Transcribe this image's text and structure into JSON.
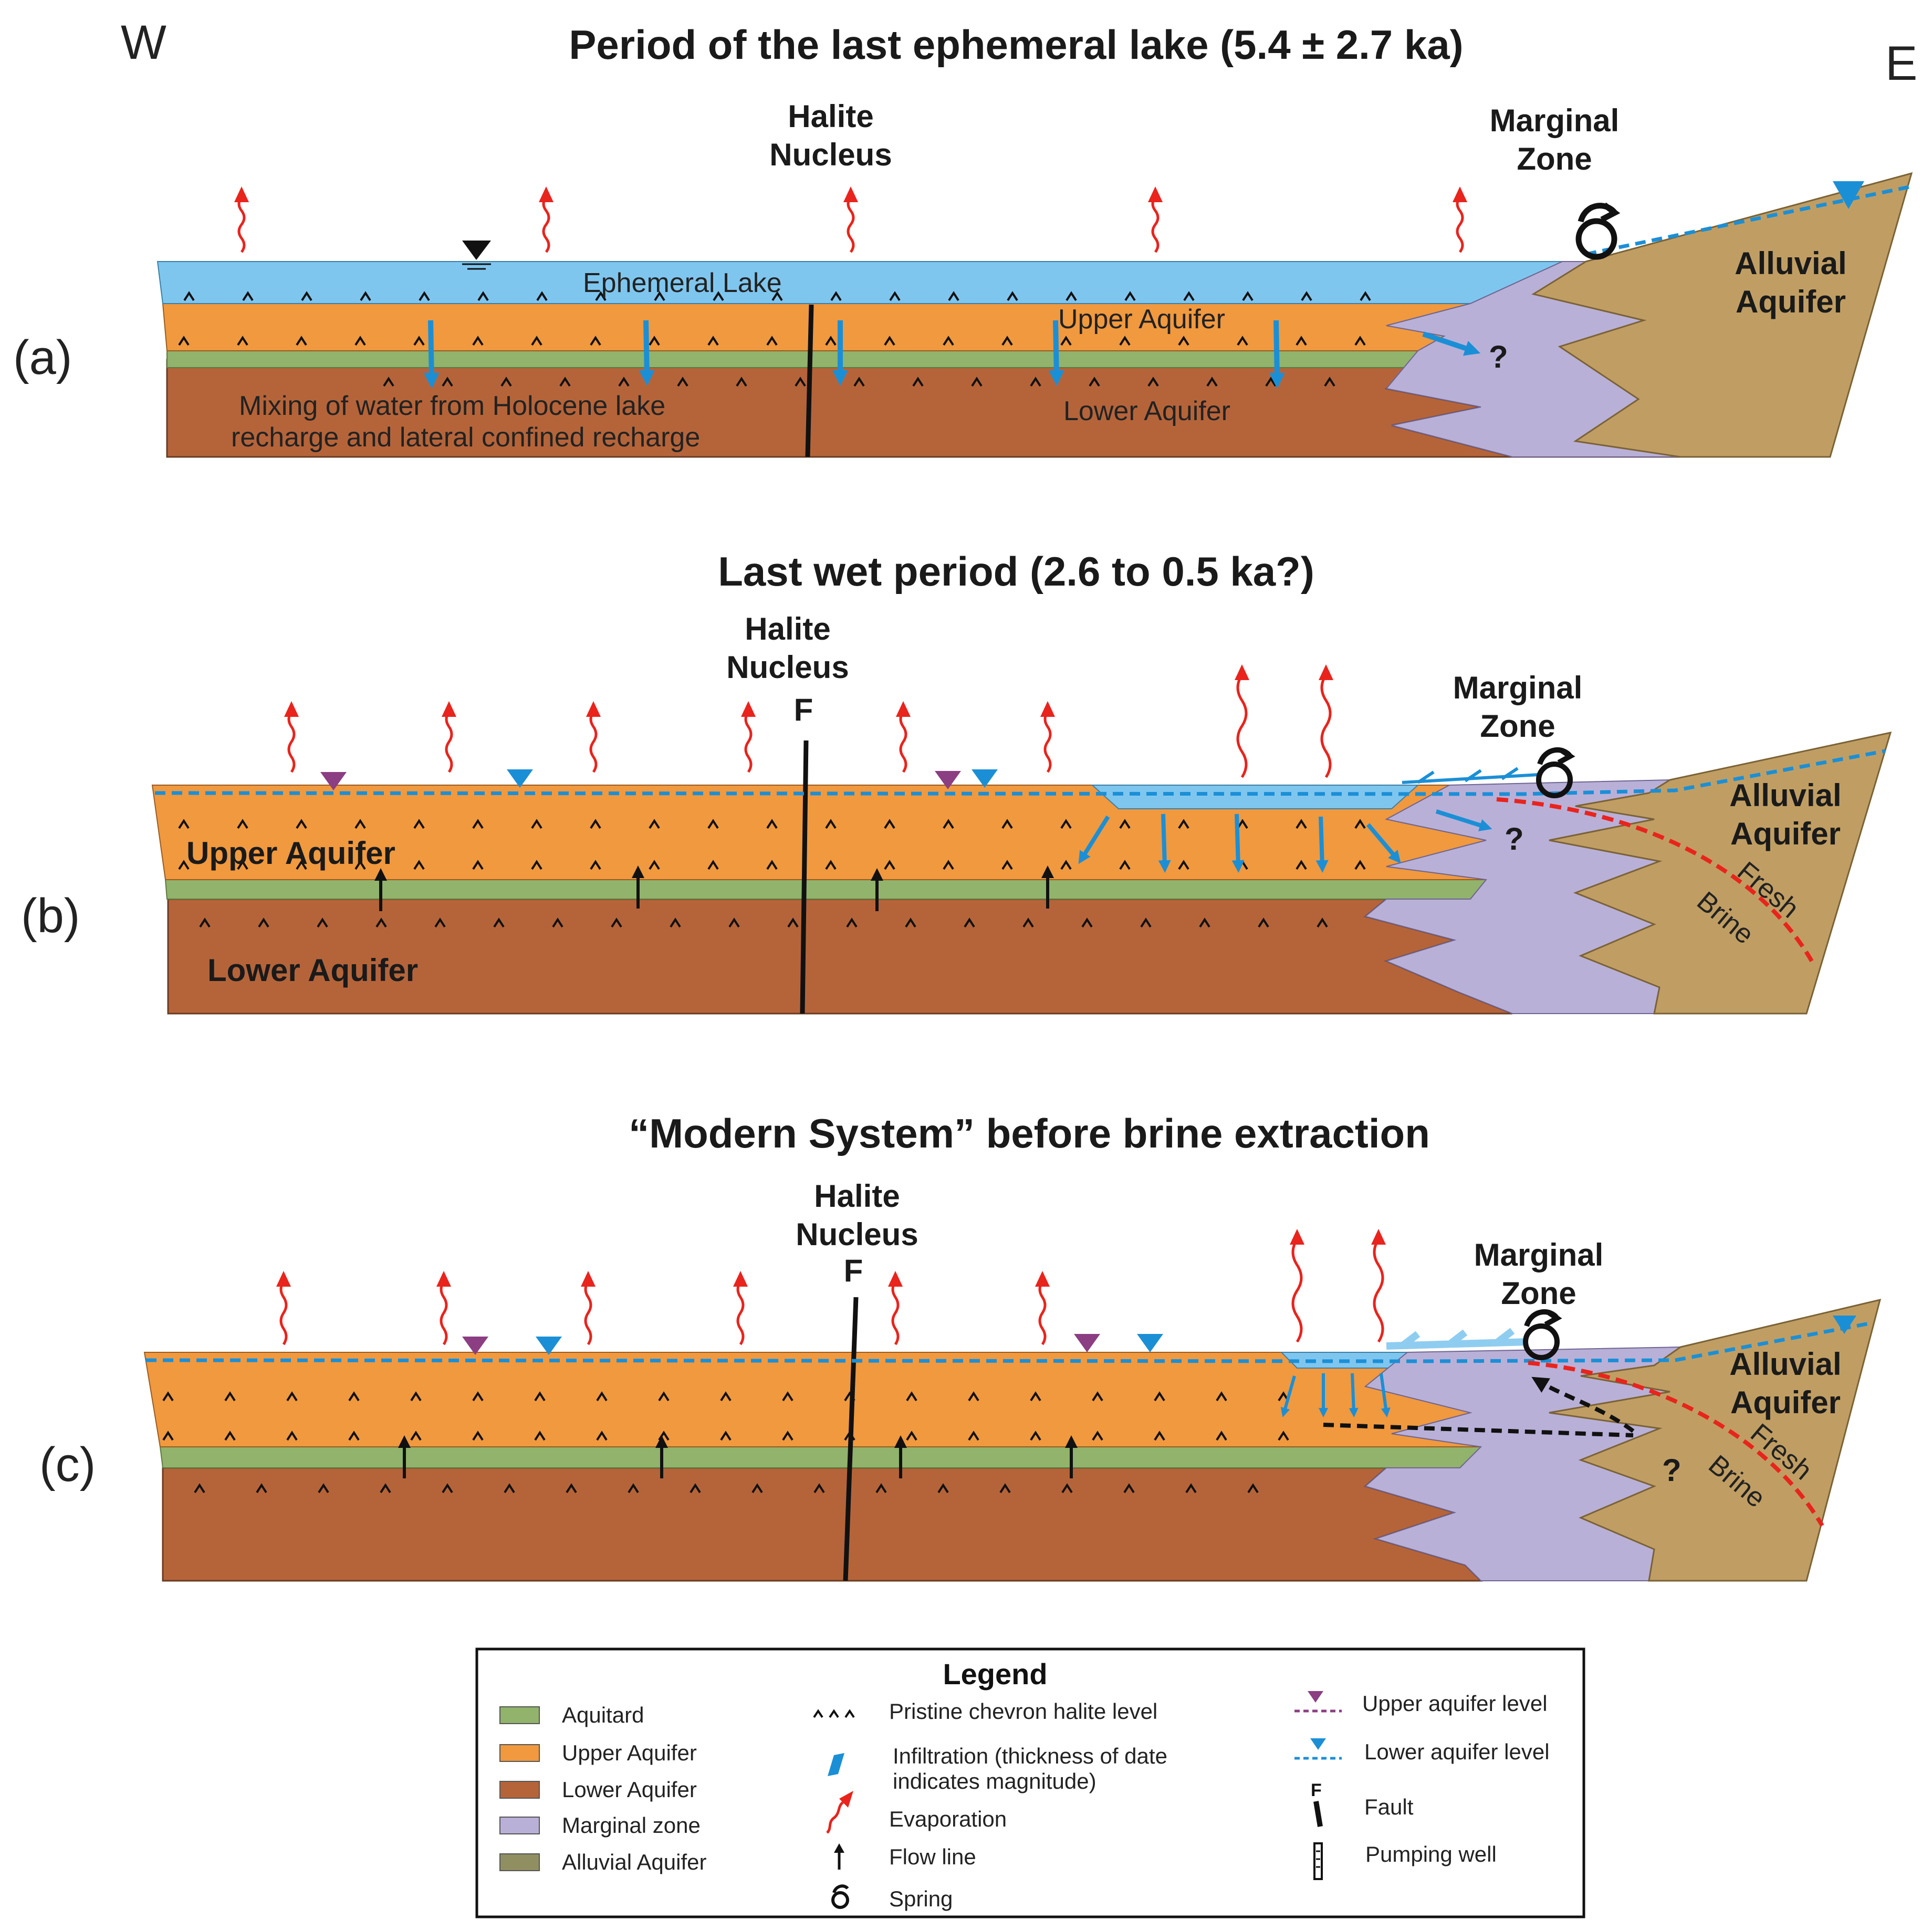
{
  "orientation": {
    "west": "W",
    "east": "E"
  },
  "colors": {
    "lake": "#7fc6ef",
    "upper_aquifer": "#f0993f",
    "aquitard": "#91b36c",
    "lower_aquifer": "#b5643a",
    "marginal_zone": "#b9b0d8",
    "alluvial_aquifer": "#c09e63",
    "lower_level": "#1b8fd6",
    "upper_level": "#8b3e82",
    "evaporation": "#e8241d",
    "fresh_brine_interface": "#e8241d"
  },
  "panels": [
    {
      "label": "(a)",
      "title": "Period of the last ephemeral lake (5.4 ± 2.7 ka)",
      "halite": [
        "Halite",
        "Nucleus"
      ],
      "marginal": [
        "Marginal",
        "Zone"
      ],
      "alluvial": [
        "Alluvial",
        "Aquifer"
      ],
      "lake": "Ephemeral Lake",
      "upper": "Upper Aquifer",
      "lower": "Lower Aquifer",
      "mixing": [
        "Mixing of water from Holocene lake",
        "recharge and lateral confined recharge"
      ],
      "question": "?"
    },
    {
      "label": "(b)",
      "title": "Last wet period (2.6 to 0.5 ka?)",
      "halite": [
        "Halite",
        "Nucleus"
      ],
      "fault": "F",
      "marginal": [
        "Marginal",
        "Zone"
      ],
      "alluvial": [
        "Alluvial",
        "Aquifer"
      ],
      "upper": "Upper Aquifer",
      "lower": "Lower Aquifer",
      "fresh": "Fresh",
      "brine": "Brine",
      "question": "?"
    },
    {
      "label": "(c)",
      "title": "“Modern System” before brine extraction",
      "halite": [
        "Halite",
        "Nucleus"
      ],
      "fault": "F",
      "marginal": [
        "Marginal",
        "Zone"
      ],
      "alluvial": [
        "Alluvial",
        "Aquifer"
      ],
      "fresh": "Fresh",
      "brine": "Brine",
      "question": "?"
    }
  ],
  "legend": {
    "title": "Legend",
    "col1": [
      "Aquitard",
      "Upper Aquifer",
      "Lower Aquifer",
      "Marginal zone",
      "Alluvial Aquifer"
    ],
    "col2": [
      "Pristine chevron halite level",
      "Infiltration (thickness of date",
      "indicates magnitude)",
      "Evaporation",
      "Flow line",
      "Spring"
    ],
    "col3": [
      "Upper aquifer level",
      "Lower aquifer level",
      "Fault",
      "Pumping well"
    ],
    "fault_glyph": "F"
  }
}
